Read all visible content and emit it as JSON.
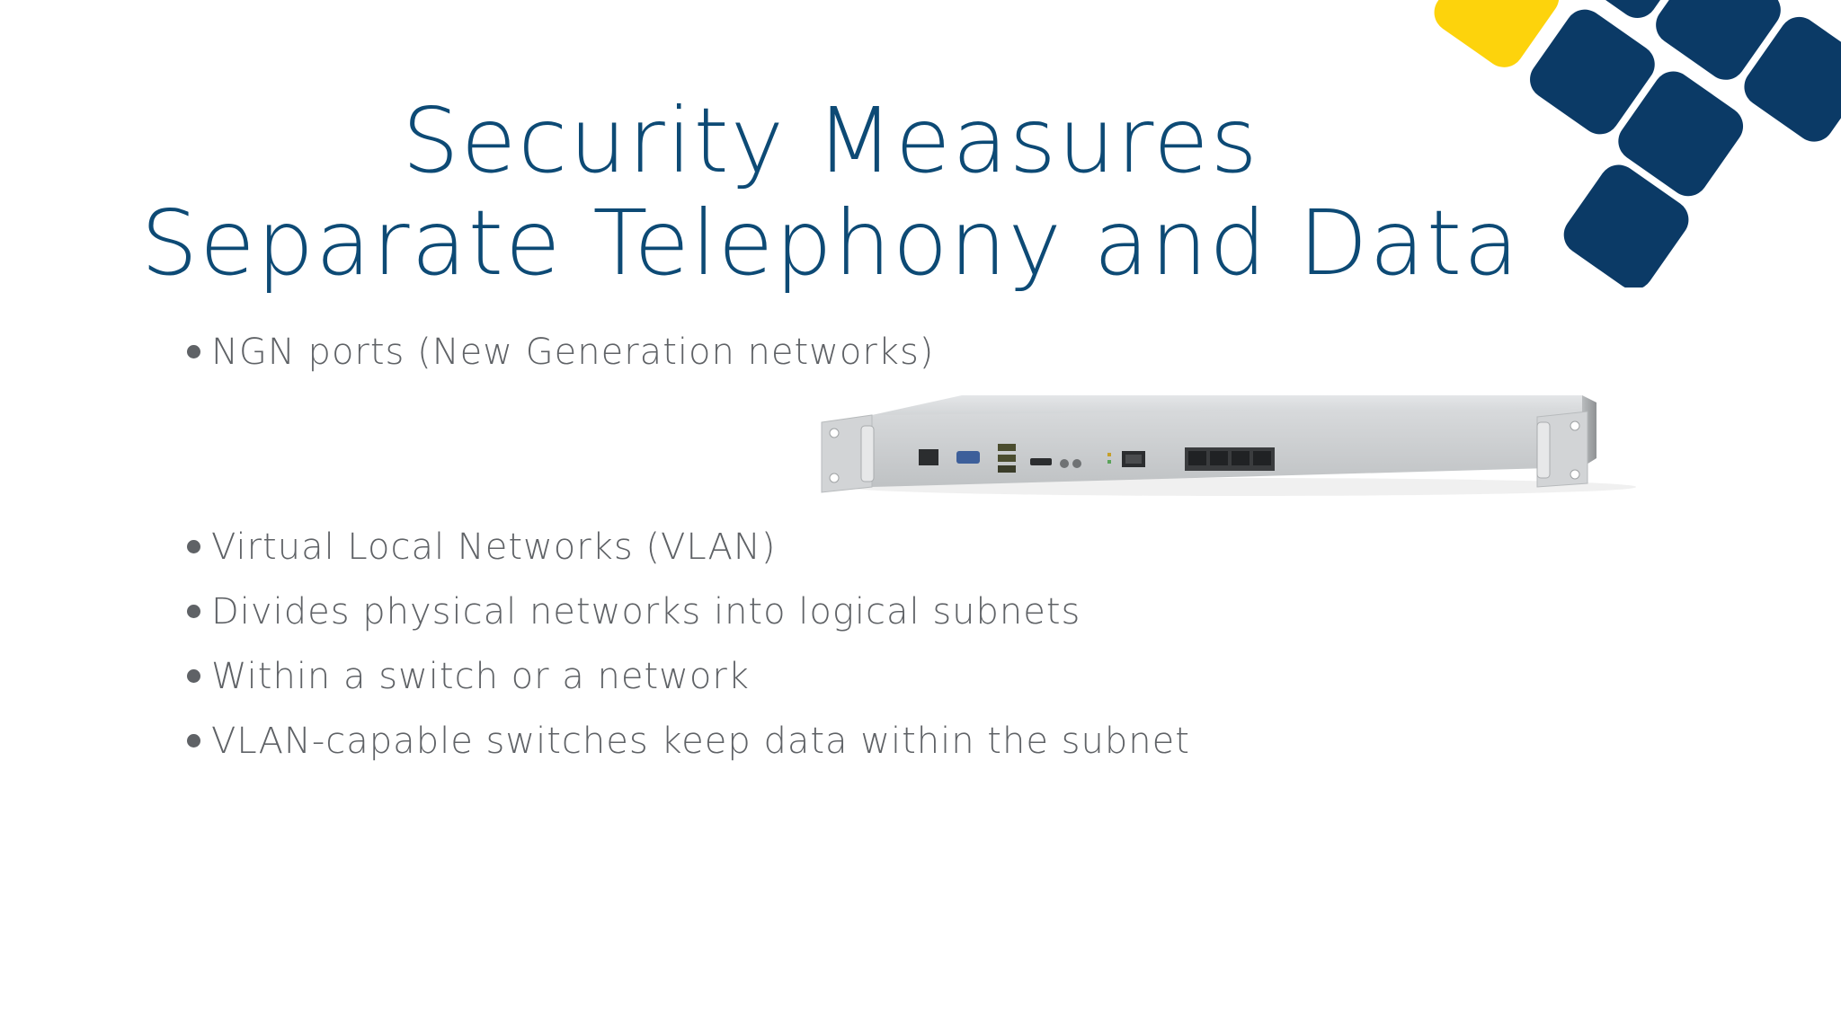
{
  "slide": {
    "title_lines": [
      "Security Measures",
      "Separate Telephony and Data"
    ],
    "bullets": [
      "NGN ports (New Generation networks)",
      "Virtual Local Networks (VLAN)",
      "Divides physical networks into logical subnets",
      "Within a switch or a network",
      "VLAN-capable switches keep data within the subnet"
    ]
  },
  "logo": {
    "colors": {
      "navy": "#0b3a66",
      "yellow": "#fdd30c"
    }
  },
  "theme": {
    "title_color": "#0d4a75",
    "text_color": "#5f6266"
  }
}
